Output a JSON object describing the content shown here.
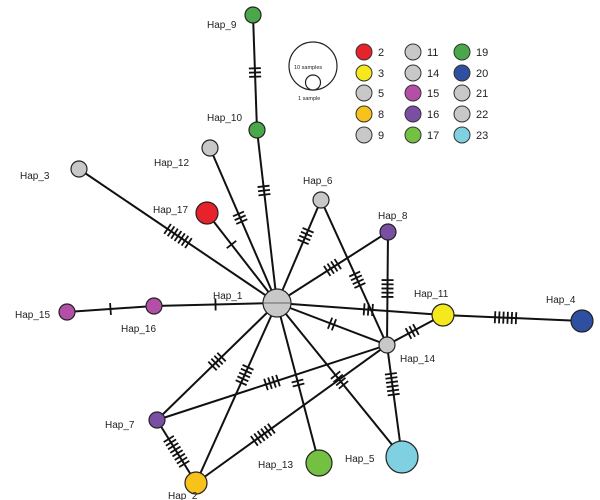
{
  "diagram": {
    "type": "haplotype-network",
    "nodes": [
      {
        "id": "Hap_1",
        "label": "Hap_1",
        "color": "#c8c8c8",
        "size": "large",
        "split": true
      },
      {
        "id": "Hap_2",
        "label": "Hap_2",
        "color": "#f7c21a",
        "size": "medium"
      },
      {
        "id": "Hap_3",
        "label": "Hap_3",
        "color": "#c8c8c8",
        "size": "small"
      },
      {
        "id": "Hap_4",
        "label": "Hap_4",
        "color": "#2f4fa3",
        "size": "medium"
      },
      {
        "id": "Hap_5",
        "label": "Hap_5",
        "color": "#7fd0e0",
        "size": "xlarge"
      },
      {
        "id": "Hap_6",
        "label": "Hap_6",
        "color": "#c8c8c8",
        "size": "small"
      },
      {
        "id": "Hap_7",
        "label": "Hap_7",
        "color": "#7a4ea3",
        "size": "small"
      },
      {
        "id": "Hap_8",
        "label": "Hap_8",
        "color": "#7a4ea3",
        "size": "small"
      },
      {
        "id": "Hap_9",
        "label": "Hap_9",
        "color": "#4aa84a",
        "size": "small"
      },
      {
        "id": "Hap_10",
        "label": "Hap_10",
        "color": "#4aa84a",
        "size": "small"
      },
      {
        "id": "Hap_11",
        "label": "Hap_11",
        "color": "#f5e81c",
        "size": "medium"
      },
      {
        "id": "Hap_12",
        "label": "Hap_12",
        "color": "#c8c8c8",
        "size": "small"
      },
      {
        "id": "Hap_13",
        "label": "Hap_13",
        "color": "#74c043",
        "size": "large"
      },
      {
        "id": "Hap_14",
        "label": "Hap_14",
        "color": "#c8c8c8",
        "size": "small"
      },
      {
        "id": "Hap_15",
        "label": "Hap_15",
        "color": "#b44fa8",
        "size": "small"
      },
      {
        "id": "Hap_16",
        "label": "Hap_16",
        "color": "#b44fa8",
        "size": "small"
      },
      {
        "id": "Hap_17",
        "label": "Hap_17",
        "color": "#e8222a",
        "size": "medium"
      }
    ],
    "edges": [
      {
        "from": "Hap_9",
        "to": "Hap_10",
        "mutations": 3
      },
      {
        "from": "Hap_10",
        "to": "Hap_1",
        "mutations": 3
      },
      {
        "from": "Hap_12",
        "to": "Hap_1",
        "mutations": 3
      },
      {
        "from": "Hap_3",
        "to": "Hap_1",
        "mutations": 7
      },
      {
        "from": "Hap_17",
        "to": "Hap_1",
        "mutations": 1
      },
      {
        "from": "Hap_6",
        "to": "Hap_1",
        "mutations": 4
      },
      {
        "from": "Hap_6",
        "to": "Hap_14",
        "mutations": 4
      },
      {
        "from": "Hap_8",
        "to": "Hap_1",
        "mutations": 4
      },
      {
        "from": "Hap_8",
        "to": "Hap_14",
        "mutations": 5
      },
      {
        "from": "Hap_1",
        "to": "Hap_11",
        "mutations": 3
      },
      {
        "from": "Hap_1",
        "to": "Hap_14",
        "mutations": 2
      },
      {
        "from": "Hap_14",
        "to": "Hap_11",
        "mutations": 3
      },
      {
        "from": "Hap_11",
        "to": "Hap_4",
        "mutations": 6
      },
      {
        "from": "Hap_16",
        "to": "Hap_1",
        "mutations": 1
      },
      {
        "from": "Hap_15",
        "to": "Hap_16",
        "mutations": 1
      },
      {
        "from": "Hap_1",
        "to": "Hap_7",
        "mutations": 4
      },
      {
        "from": "Hap_1",
        "to": "Hap_2",
        "mutations": 5
      },
      {
        "from": "Hap_1",
        "to": "Hap_13",
        "mutations": 2
      },
      {
        "from": "Hap_1",
        "to": "Hap_5",
        "mutations": 4
      },
      {
        "from": "Hap_14",
        "to": "Hap_7",
        "mutations": 4
      },
      {
        "from": "Hap_14",
        "to": "Hap_2",
        "mutations": 6
      },
      {
        "from": "Hap_14",
        "to": "Hap_5",
        "mutations": 6
      },
      {
        "from": "Hap_7",
        "to": "Hap_2",
        "mutations": 8
      }
    ]
  },
  "legend": {
    "size_scale": {
      "large_label": "10 samples",
      "small_label": "1 sample"
    },
    "items": [
      {
        "label": "2",
        "color": "#e8222a"
      },
      {
        "label": "3",
        "color": "#f5e81c"
      },
      {
        "label": "5",
        "color": "#c8c8c8"
      },
      {
        "label": "8",
        "color": "#f7c21a"
      },
      {
        "label": "9",
        "color": "#c8c8c8"
      },
      {
        "label": "11",
        "color": "#c8c8c8"
      },
      {
        "label": "14",
        "color": "#c8c8c8"
      },
      {
        "label": "15",
        "color": "#b44fa8"
      },
      {
        "label": "16",
        "color": "#7a4ea3"
      },
      {
        "label": "17",
        "color": "#74c043"
      },
      {
        "label": "19",
        "color": "#4aa84a"
      },
      {
        "label": "20",
        "color": "#2f4fa3"
      },
      {
        "label": "21",
        "color": "#c8c8c8"
      },
      {
        "label": "22",
        "color": "#c8c8c8"
      },
      {
        "label": "23",
        "color": "#7fd0e0"
      }
    ]
  }
}
